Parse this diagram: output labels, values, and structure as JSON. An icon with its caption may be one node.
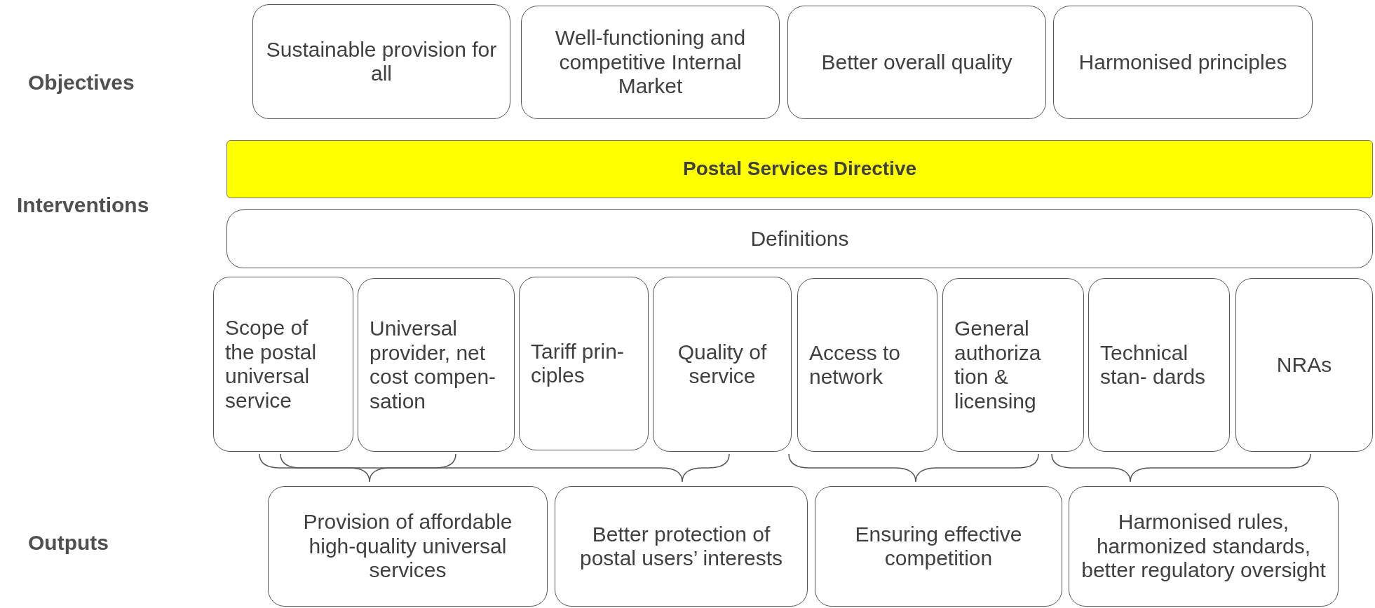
{
  "diagram": {
    "nodes": [
      {
        "text": [
          "Sustainable provision for all"
        ]
      },
      {
        "text": [
          "Well-functioning and competitive Internal Market"
        ]
      },
      {
        "text": [
          "Better overall quality"
        ]
      },
      {
        "text": [
          "Harmonised principles"
        ]
      },
      {
        "text": [
          "Postal Services Directive"
        ]
      },
      {
        "text": [
          "Definitions"
        ]
      },
      {
        "text": [
          "Scope of the postal universal service"
        ]
      },
      {
        "text": [
          "Universal provider, net cost compen- sation"
        ]
      },
      {
        "text": [
          "Tariff prin- ciples"
        ]
      },
      {
        "text": [
          "Quality of service"
        ]
      },
      {
        "text": [
          "Access to network"
        ]
      },
      {
        "text": [
          "General authoriza tion & licensing"
        ]
      },
      {
        "text": [
          "Technical stan- dards"
        ]
      },
      {
        "text": [
          "NRAs"
        ]
      },
      {
        "text": [
          "Provision of affordable high-quality universal services"
        ]
      },
      {
        "text": [
          "Better protection of postal users’ interests"
        ]
      },
      {
        "text": [
          "Ensuring effective competition"
        ]
      },
      {
        "text": [
          "Harmonised rules, harmonized standards, better regulatory oversight"
        ]
      }
    ],
    "labels": [
      "Objectives",
      "Interventions",
      "Outputs"
    ]
  }
}
